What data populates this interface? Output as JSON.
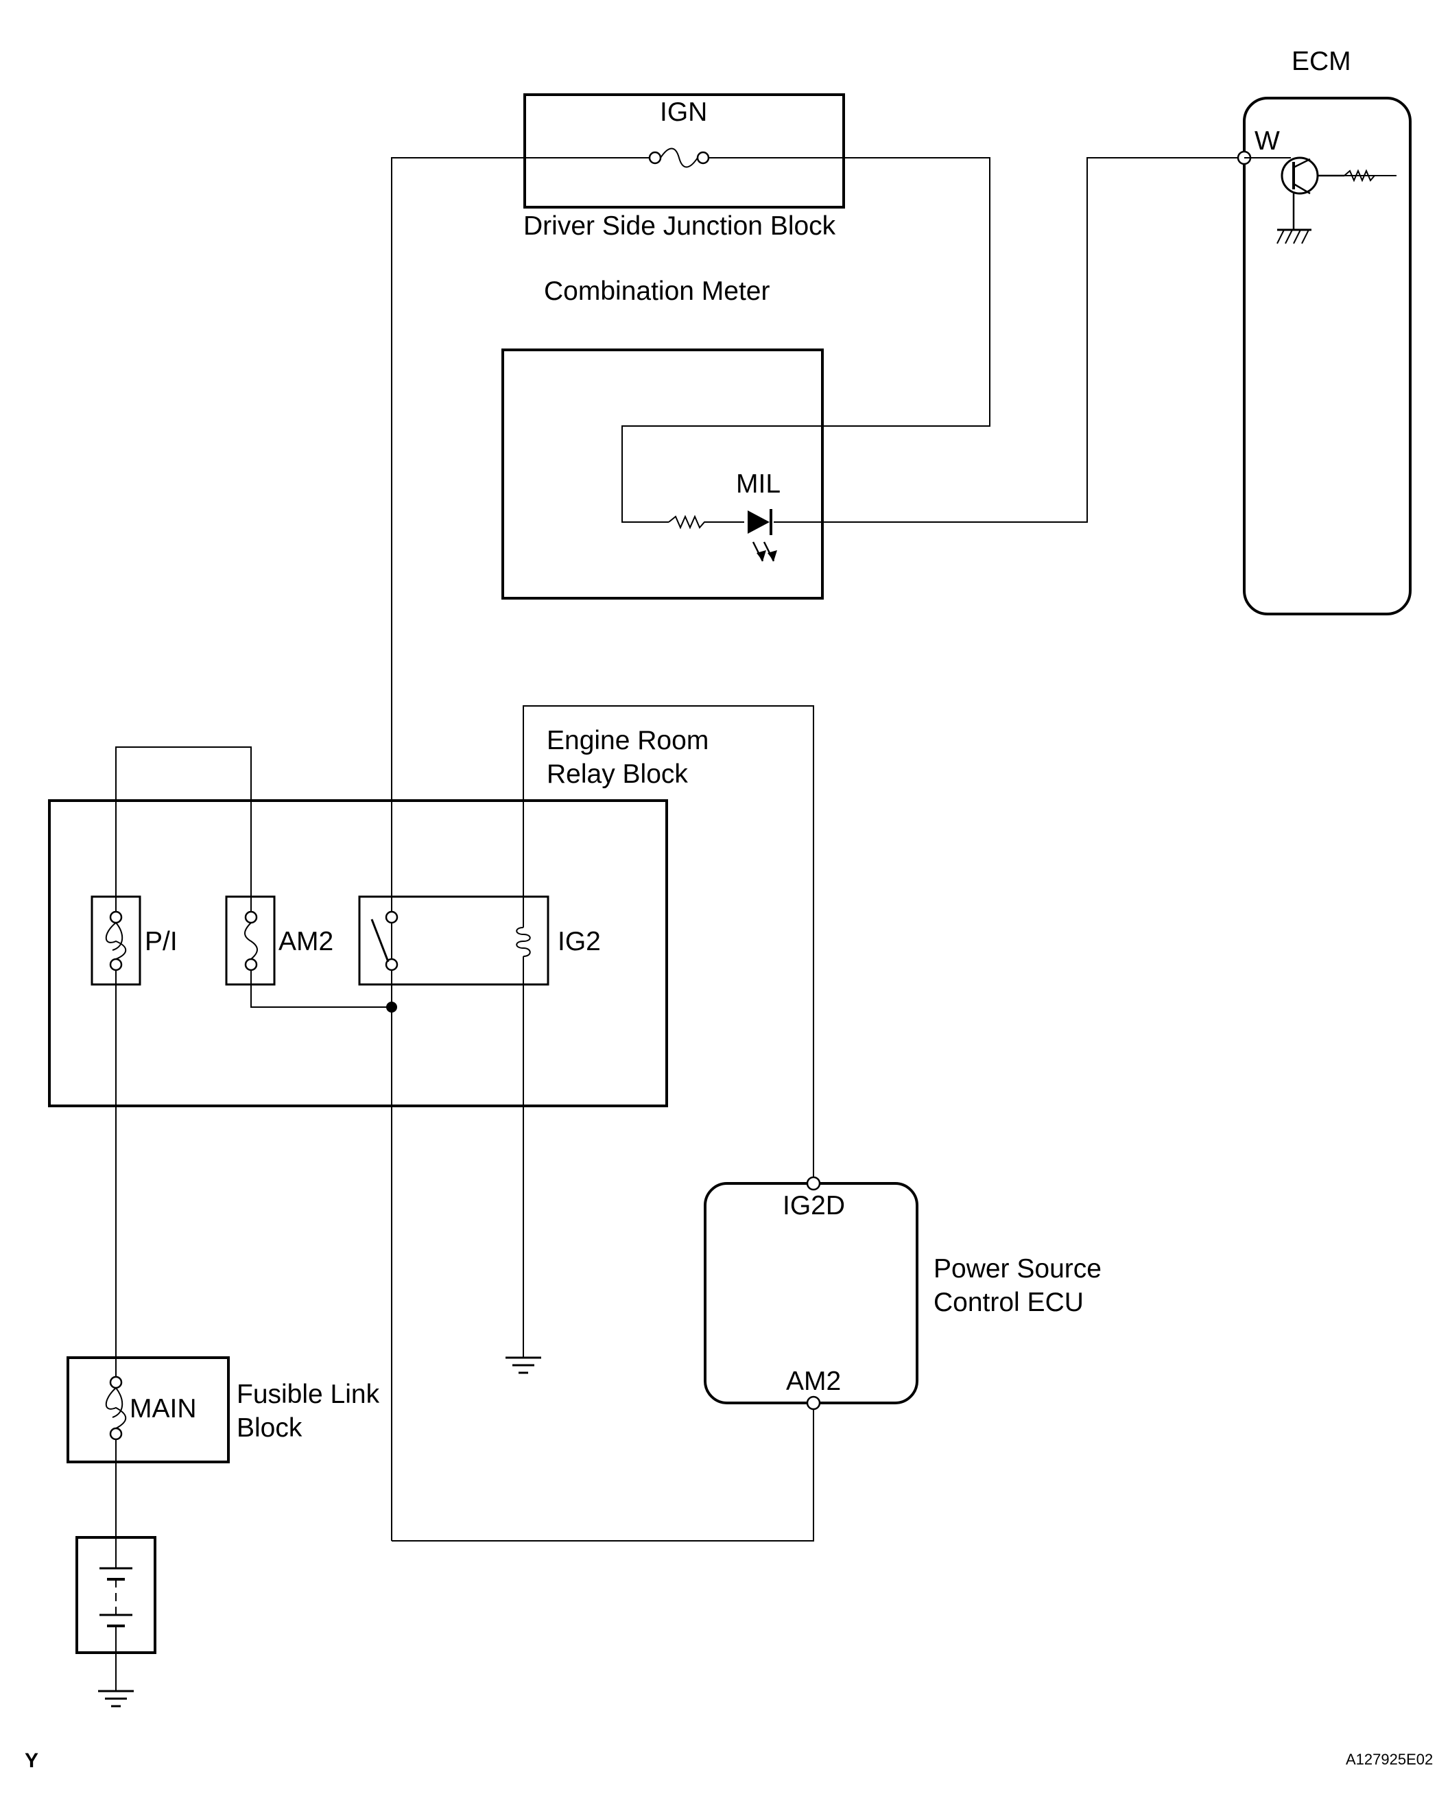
{
  "labels": {
    "ecm": "ECM",
    "ecm_pin_w": "W",
    "ign": "IGN",
    "driver_jb": "Driver Side Junction Block",
    "combination_meter": "Combination Meter",
    "mil": "MIL",
    "engine_room_1": "Engine Room",
    "engine_room_2": "Relay Block",
    "pi": "P/I",
    "am2_fuse": "AM2",
    "ig2": "IG2",
    "ig2d": "IG2D",
    "psc_1": "Power Source",
    "psc_2": "Control ECU",
    "am2_pin": "AM2",
    "main": "MAIN",
    "fusible_1": "Fusible Link",
    "fusible_2": "Block",
    "corner_left": "Y",
    "corner_right": "A127925E02"
  },
  "icons": {
    "fuse": "fuse-icon",
    "led": "led-icon",
    "transistor": "transistor-icon",
    "relay": "relay-icon",
    "battery": "battery-icon",
    "ground": "ground-icon",
    "resistor": "resistor-icon"
  },
  "colors": {
    "ink": "#000000",
    "paper": "#ffffff"
  }
}
